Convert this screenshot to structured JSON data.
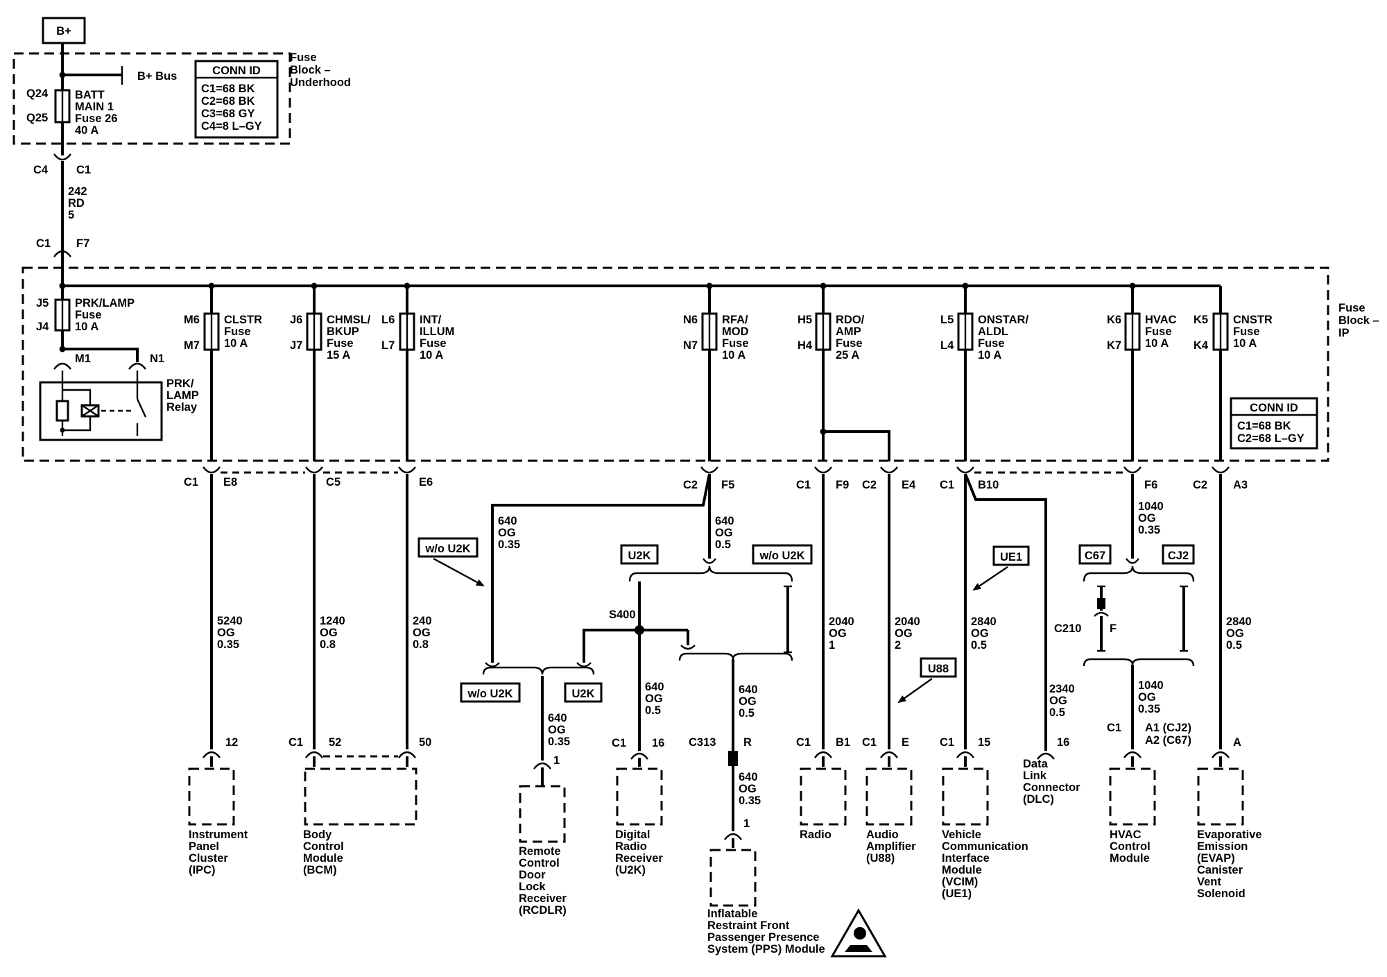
{
  "source": {
    "label": "B+",
    "bus_label": "B+ Bus"
  },
  "underhood": {
    "block_name": [
      "Fuse",
      "Block –",
      "Underhood"
    ],
    "fuse": {
      "top_pin": "Q24",
      "bottom_pin": "Q25",
      "text": [
        "BATT",
        "MAIN 1",
        "Fuse 26",
        "40 A"
      ]
    },
    "conn_id": {
      "title": "CONN ID",
      "lines": [
        "C1=68 BK",
        "C2=68 BK",
        "C3=68 GY",
        "C4=8 L–GY"
      ]
    }
  },
  "feed": {
    "upper_left": "C4",
    "upper_right": "C1",
    "wire": [
      "242",
      "RD",
      "5"
    ],
    "lower_left": "C1",
    "lower_right": "F7"
  },
  "ip_block": {
    "block_name": [
      "Fuse",
      "Block –",
      "IP"
    ],
    "conn_id": {
      "title": "CONN ID",
      "lines": [
        "C1=68 BK",
        "C2=68 L–GY"
      ]
    },
    "relay": {
      "name": [
        "PRK/",
        "LAMP",
        "Relay"
      ],
      "pin_left": "M1",
      "pin_right": "N1"
    },
    "fuses": [
      {
        "id": "prk",
        "top_pin": "J5",
        "bottom_pin": "J4",
        "text": [
          "PRK/LAMP",
          "Fuse",
          "10 A"
        ]
      },
      {
        "id": "clstr",
        "top_pin": "M6",
        "bottom_pin": "M7",
        "text": [
          "CLSTR",
          "Fuse",
          "10 A"
        ]
      },
      {
        "id": "chmsl",
        "top_pin": "J6",
        "bottom_pin": "J7",
        "text": [
          "CHMSL/",
          "BKUP",
          "Fuse",
          "15 A"
        ]
      },
      {
        "id": "int",
        "top_pin": "L6",
        "bottom_pin": "L7",
        "text": [
          "INT/",
          "ILLUM",
          "Fuse",
          "10 A"
        ]
      },
      {
        "id": "rfa",
        "top_pin": "N6",
        "bottom_pin": "N7",
        "text": [
          "RFA/",
          "MOD",
          "Fuse",
          "10 A"
        ]
      },
      {
        "id": "rdo",
        "top_pin": "H5",
        "bottom_pin": "H4",
        "text": [
          "RDO/",
          "AMP",
          "Fuse",
          "25 A"
        ]
      },
      {
        "id": "onstar",
        "top_pin": "L5",
        "bottom_pin": "L4",
        "text": [
          "ONSTAR/",
          "ALDL",
          "Fuse",
          "10 A"
        ]
      },
      {
        "id": "hvac",
        "top_pin": "K6",
        "bottom_pin": "K7",
        "text": [
          "HVAC",
          "Fuse",
          "10 A"
        ]
      },
      {
        "id": "cnstr",
        "top_pin": "K5",
        "bottom_pin": "K4",
        "text": [
          "CNSTR",
          "Fuse",
          "10 A"
        ]
      }
    ]
  },
  "outputs": [
    {
      "id": "o1",
      "conn": "C1",
      "pin": "E8"
    },
    {
      "id": "o2",
      "conn": "",
      "pin": "C5"
    },
    {
      "id": "o3",
      "conn": "",
      "pin": "E6"
    },
    {
      "id": "o4",
      "conn": "C2",
      "pin": "F5"
    },
    {
      "id": "o5",
      "conn": "C1",
      "pin": "F9"
    },
    {
      "id": "o6",
      "conn": "C2",
      "pin": "E4"
    },
    {
      "id": "o7",
      "conn": "C1",
      "pin": "B10"
    },
    {
      "id": "o8",
      "conn": "",
      "pin": "F6"
    },
    {
      "id": "o9",
      "conn": "C2",
      "pin": "A3"
    }
  ],
  "wires": [
    {
      "id": "ipc",
      "lines": [
        "5240",
        "OG",
        "0.35"
      ]
    },
    {
      "id": "bcm",
      "lines": [
        "1240",
        "OG",
        "0.8"
      ]
    },
    {
      "id": "int",
      "lines": [
        "240",
        "OG",
        "0.8"
      ]
    },
    {
      "id": "rfa_l",
      "lines": [
        "640",
        "OG",
        "0.35"
      ]
    },
    {
      "id": "rfa_r",
      "lines": [
        "640",
        "OG",
        "0.5"
      ]
    },
    {
      "id": "rcdlr",
      "lines": [
        "640",
        "OG",
        "0.35"
      ]
    },
    {
      "id": "drr",
      "lines": [
        "640",
        "OG",
        "0.5"
      ]
    },
    {
      "id": "pps_up",
      "lines": [
        "640",
        "OG",
        "0.5"
      ]
    },
    {
      "id": "pps_lo",
      "lines": [
        "640",
        "OG",
        "0.35"
      ]
    },
    {
      "id": "radio",
      "lines": [
        "2040",
        "OG",
        "1"
      ]
    },
    {
      "id": "amp",
      "lines": [
        "2040",
        "OG",
        "2"
      ]
    },
    {
      "id": "vcim",
      "lines": [
        "2840",
        "OG",
        "0.5"
      ]
    },
    {
      "id": "dlc",
      "lines": [
        "2340",
        "OG",
        "0.5"
      ]
    },
    {
      "id": "hvac_up",
      "lines": [
        "1040",
        "OG",
        "0.35"
      ]
    },
    {
      "id": "hvac_lo",
      "lines": [
        "1040",
        "OG",
        "0.35"
      ]
    },
    {
      "id": "evap",
      "lines": [
        "2840",
        "OG",
        "0.5"
      ]
    }
  ],
  "options": {
    "wo_u2k": "w/o U2K",
    "u2k": "U2K",
    "ue1": "UE1",
    "u88": "U88",
    "c67": "C67",
    "cj2": "CJ2"
  },
  "splice": {
    "label": "S400"
  },
  "inline_c210": {
    "conn": "C210",
    "pin": "F"
  },
  "inline_c313": {
    "conn": "C313",
    "pin": "R"
  },
  "components": [
    {
      "id": "ipc",
      "conn": "",
      "pin": "12",
      "name": [
        "Instrument",
        "Panel",
        "Cluster",
        "(IPC)"
      ]
    },
    {
      "id": "bcm",
      "conn": "C1",
      "pin": "52",
      "pin2": "50",
      "name": [
        "Body",
        "Control",
        "Module",
        "(BCM)"
      ]
    },
    {
      "id": "rcdlr",
      "conn": "",
      "pin": "1",
      "name": [
        "Remote",
        "Control",
        "Door",
        "Lock",
        "Receiver",
        "(RCDLR)"
      ]
    },
    {
      "id": "drr",
      "conn": "C1",
      "pin": "16",
      "name": [
        "Digital",
        "Radio",
        "Receiver",
        "(U2K)"
      ]
    },
    {
      "id": "pps",
      "conn": "",
      "pin": "1",
      "name": [
        "Inflatable",
        "Restraint Front",
        "Passenger Presence",
        "System (PPS) Module"
      ]
    },
    {
      "id": "radio",
      "conn": "C1",
      "pin": "B1",
      "name": [
        "Radio"
      ]
    },
    {
      "id": "amp",
      "conn": "C1",
      "pin": "E",
      "name": [
        "Audio",
        "Amplifier",
        "(U88)"
      ]
    },
    {
      "id": "vcim",
      "conn": "C1",
      "pin": "15",
      "name": [
        "Vehicle",
        "Communication",
        "Interface",
        "Module",
        "(VCIM)",
        "(UE1)"
      ]
    },
    {
      "id": "dlc",
      "conn": "",
      "pin": "16",
      "name": [
        "Data",
        "Link",
        "Connector",
        "(DLC)"
      ]
    },
    {
      "id": "hvac",
      "conn": "C1",
      "pin": "A1 (CJ2)",
      "pin2": "A2 (C67)",
      "name": [
        "HVAC",
        "Control",
        "Module"
      ]
    },
    {
      "id": "evap",
      "conn": "",
      "pin": "A",
      "name": [
        "Evaporative",
        "Emission",
        "(EVAP)",
        "Canister",
        "Vent",
        "Solenoid"
      ]
    }
  ]
}
